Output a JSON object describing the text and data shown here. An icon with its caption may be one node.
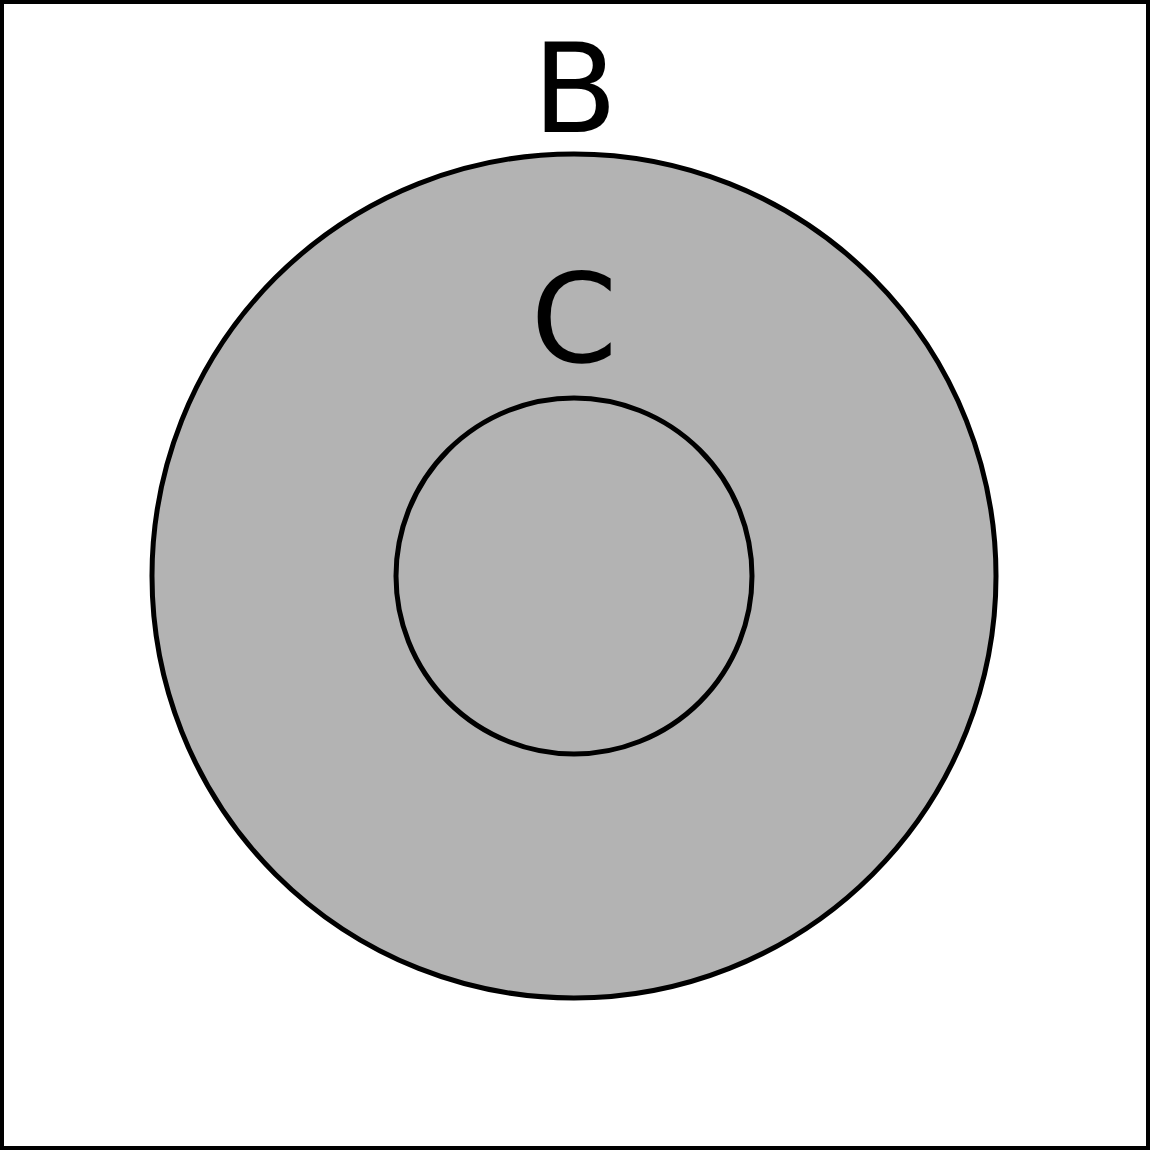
{
  "diagram": {
    "nodes": [
      {
        "text": [
          "B"
        ]
      },
      {
        "text": [
          "C"
        ],
        "in": 0
      },
      {
        "text": [],
        "shape": "circle",
        "in": 1
      }
    ]
  }
}
